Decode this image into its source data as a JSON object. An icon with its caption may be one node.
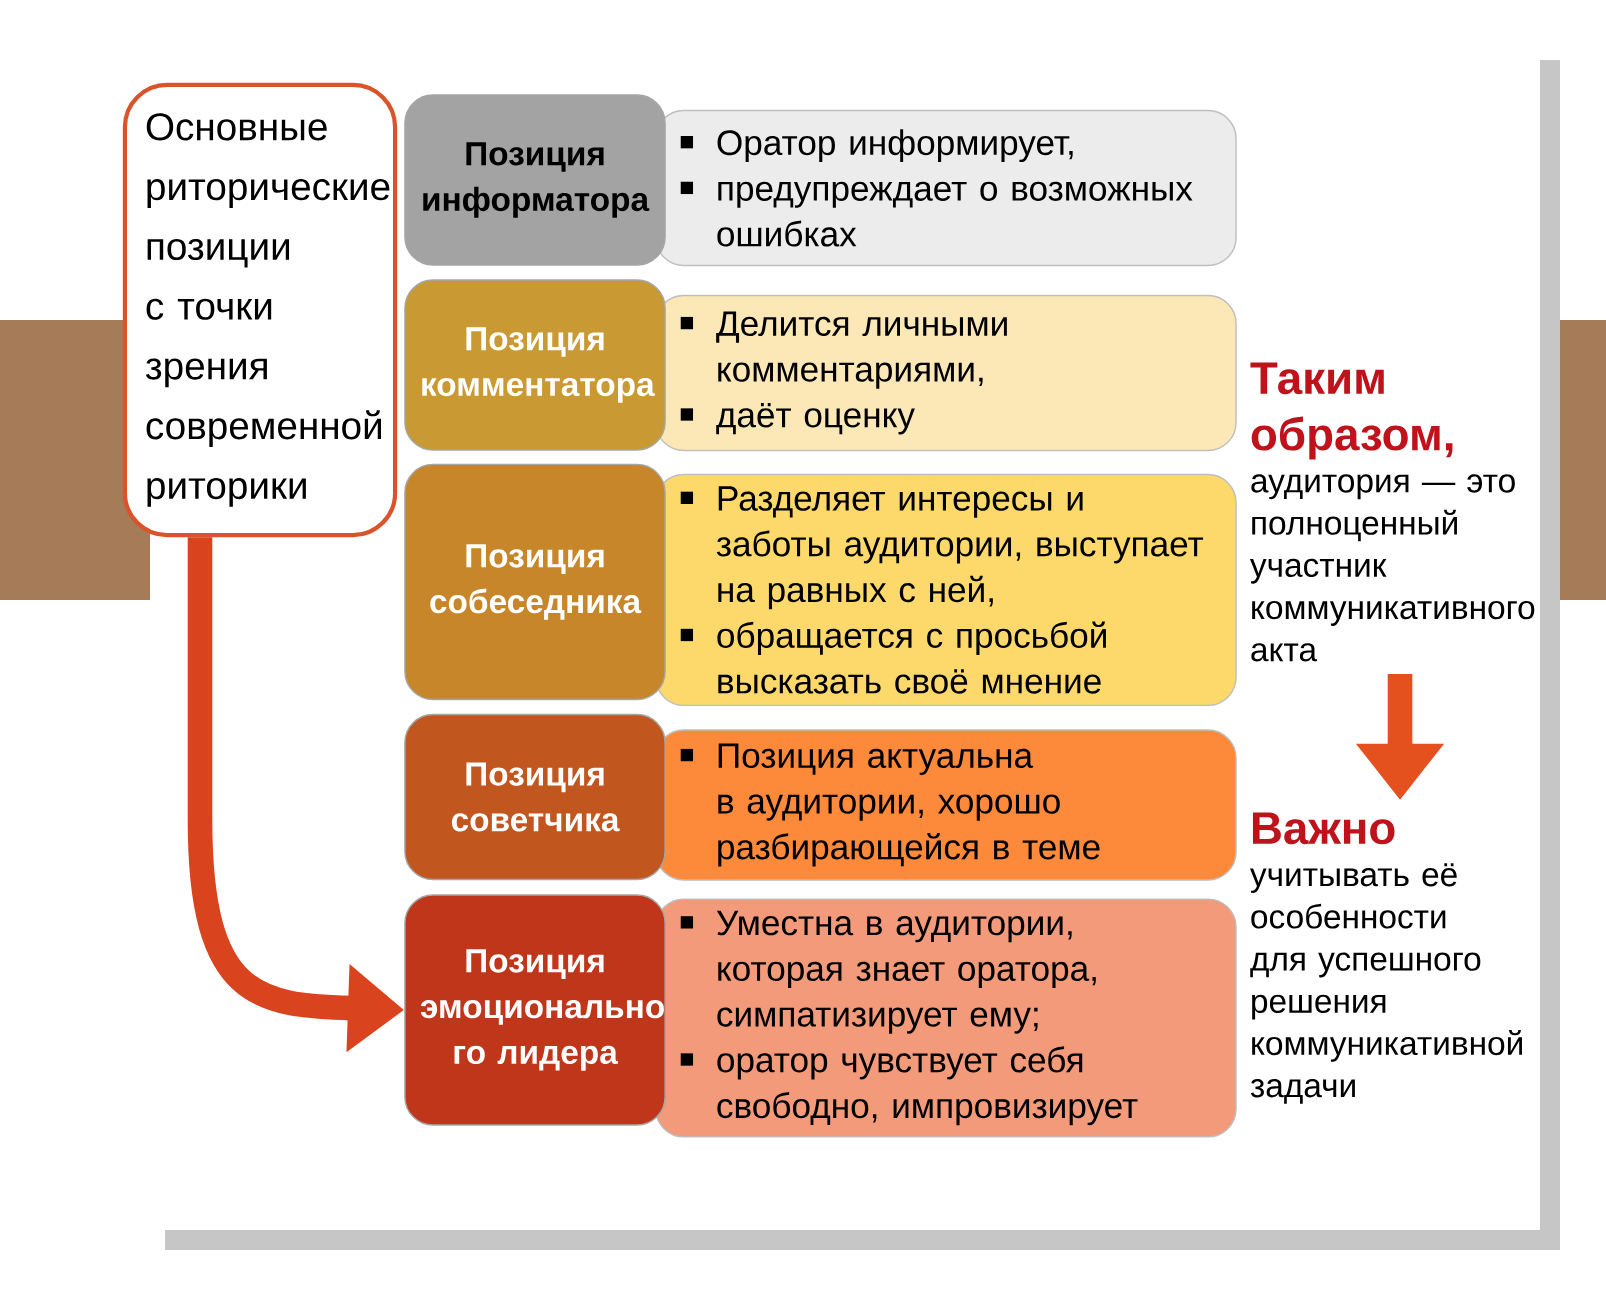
{
  "diagram": {
    "nodes": [
      {
        "text": [
          "Основные риторические позиции с точки зрения современной риторики"
        ]
      },
      {
        "text": [
          "Позиция информатора"
        ]
      },
      {
        "text": [
          "Оратор информирует,",
          "предупреждает о возможных ошибках"
        ]
      },
      {
        "text": [
          "Позиция комментатора"
        ]
      },
      {
        "text": [
          "Делится личными комментариями,",
          "даёт оценку"
        ]
      },
      {
        "text": [
          "Позиция собеседника"
        ]
      },
      {
        "text": [
          "Разделяет интересы и заботы аудитории, выступает на равных с ней,",
          "обращается с просьбой высказать своё мнение"
        ]
      },
      {
        "text": [
          "Позиция советчика"
        ]
      },
      {
        "text": [
          "Позиция актуальна в аудитории, хорошо разбирающейся в теме"
        ]
      },
      {
        "text": [
          "Позиция эмоционально го лидера"
        ]
      },
      {
        "text": [
          "Уместна в аудитории, которая знает оратора, симпатизирует ему;",
          "оратор чувствует себя свободно, импровизирует"
        ]
      },
      {
        "text": [
          "Таким образом,",
          "аудитория — это полноценный участник коммуникативного акта"
        ]
      },
      {
        "text": [
          "Важно",
          "учитывать её особенности для успешного решения коммуникативной задачи"
        ]
      }
    ],
    "edges": [
      {
        "from": 0,
        "to": 9,
        "arrow": "to",
        "color": "#d9431e"
      },
      {
        "from": 11,
        "to": 12,
        "arrow": "to",
        "color": "#e5501f"
      }
    ]
  }
}
